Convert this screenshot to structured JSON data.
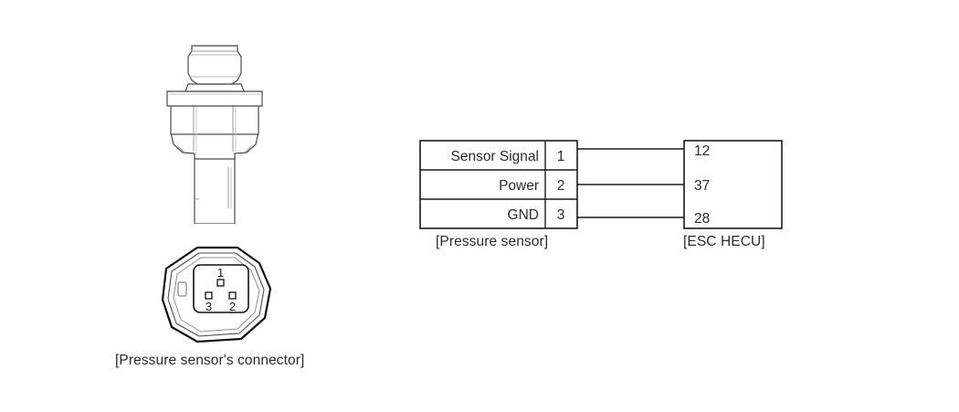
{
  "page": {
    "background_color": "#ffffff",
    "line_color": "#1a1a1a",
    "text_color": "#2b2b2b"
  },
  "sensor_illustration": {
    "name": "pressure-sensor-body",
    "parts": [
      "connector-cap",
      "flange",
      "hex-body",
      "threaded-stem"
    ]
  },
  "connector_face": {
    "caption": "[Pressure sensor's connector]",
    "pins": [
      {
        "number": "1",
        "position": "top-center"
      },
      {
        "number": "3",
        "position": "bottom-left"
      },
      {
        "number": "2",
        "position": "bottom-right"
      }
    ]
  },
  "wiring": {
    "sensor_box": {
      "caption": "[Pressure sensor]",
      "rows": [
        {
          "signal": "Sensor Signal",
          "pin": "1"
        },
        {
          "signal": "Power",
          "pin": "2"
        },
        {
          "signal": "GND",
          "pin": "3"
        }
      ]
    },
    "hecu_box": {
      "caption": "[ESC HECU]",
      "pins": [
        "12",
        "37",
        "28"
      ]
    },
    "connections": [
      {
        "from_pin": "1",
        "to_pin": "12"
      },
      {
        "from_pin": "2",
        "to_pin": "37"
      },
      {
        "from_pin": "3",
        "to_pin": "28"
      }
    ]
  }
}
